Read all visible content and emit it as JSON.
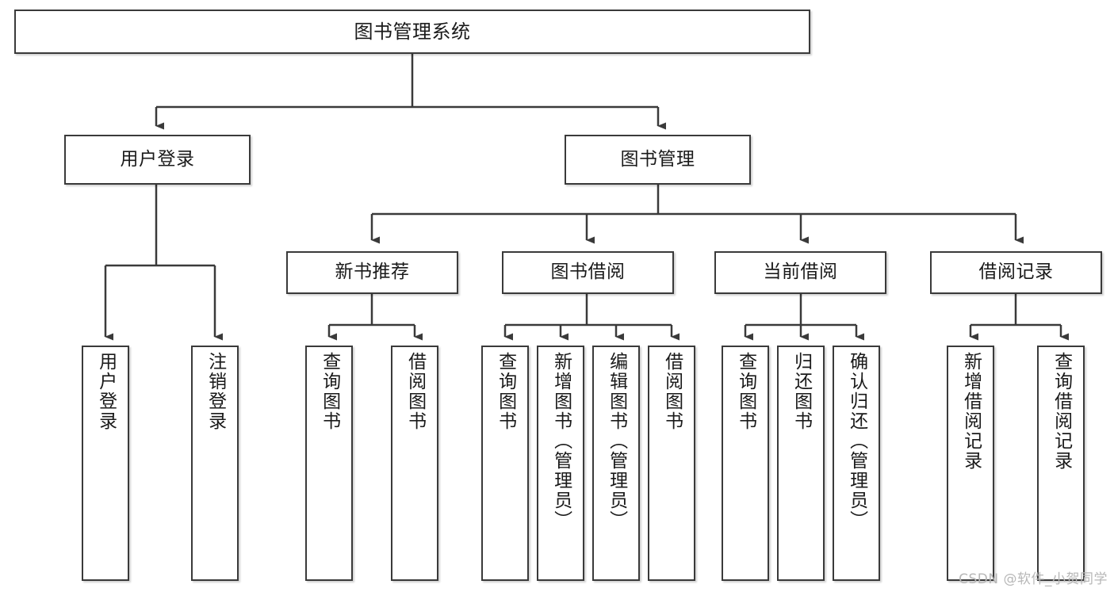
{
  "diagram": {
    "title": "图书管理系统",
    "watermark": "CSDN @软件_小贺同学",
    "line_color": "#3a3a3a",
    "background_color": "#ffffff",
    "root": {
      "label": "图书管理系统"
    },
    "level2": [
      {
        "label": "用户登录"
      },
      {
        "label": "图书管理"
      }
    ],
    "level3": [
      {
        "label": "新书推荐"
      },
      {
        "label": "图书借阅"
      },
      {
        "label": "当前借阅"
      },
      {
        "label": "借阅记录"
      }
    ],
    "leaves": [
      {
        "label": "用户登录",
        "parent": "用户登录"
      },
      {
        "label": "注销登录",
        "parent": "用户登录"
      },
      {
        "label": "查询图书",
        "parent": "新书推荐"
      },
      {
        "label": "借阅图书",
        "parent": "新书推荐"
      },
      {
        "label": "查询图书",
        "parent": "图书借阅"
      },
      {
        "label": "新增图书（管理员）",
        "parent": "图书借阅"
      },
      {
        "label": "编辑图书（管理员）",
        "parent": "图书借阅"
      },
      {
        "label": "借阅图书",
        "parent": "图书借阅"
      },
      {
        "label": "查询图书",
        "parent": "当前借阅"
      },
      {
        "label": "归还图书",
        "parent": "当前借阅"
      },
      {
        "label": "确认归还（管理员）",
        "parent": "当前借阅"
      },
      {
        "label": "新增借阅记录",
        "parent": "借阅记录"
      },
      {
        "label": "查询借阅记录",
        "parent": "借阅记录"
      }
    ]
  }
}
